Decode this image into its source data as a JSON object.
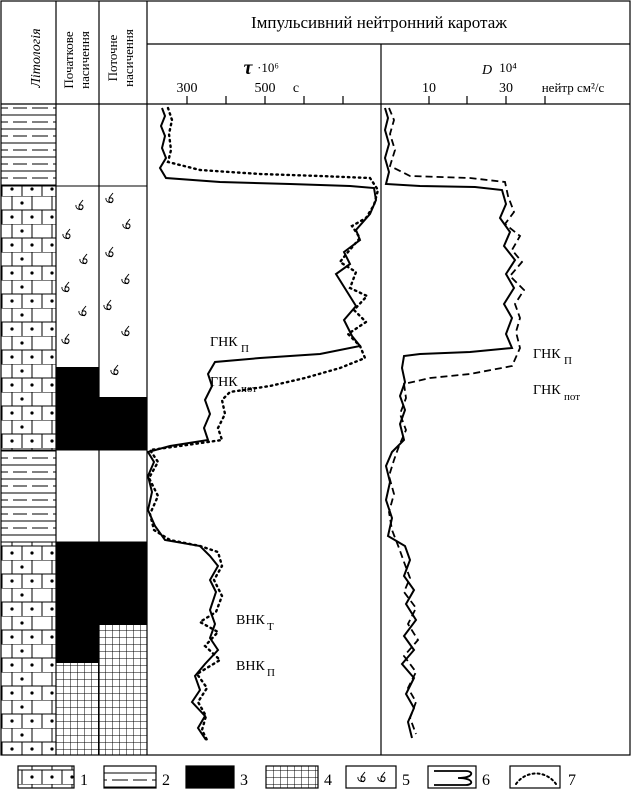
{
  "header": {
    "lithology": "Літологія",
    "initial_saturation": [
      "Початкове",
      "насичення"
    ],
    "current_saturation": [
      "Поточне",
      "насичення"
    ],
    "main_title": "Імпульсивний нейтронний каротаж"
  },
  "tau_track": {
    "symbol": "τ",
    "multiplier": "·10⁶",
    "unit": "с",
    "ticks": [
      "300",
      "500"
    ]
  },
  "d_track": {
    "symbol": "D",
    "multiplier": "10⁴",
    "unit": "нейтр см²/с",
    "ticks": [
      "10",
      "30"
    ]
  },
  "annotations": {
    "gnk_p_left": "ГНК",
    "gnk_p_left_sub": "П",
    "gnk_pot_left": "ГНК",
    "gnk_pot_left_sub": "пот",
    "vnk_t": "ВНК",
    "vnk_t_sub": "Т",
    "vnk_p": "ВНК",
    "vnk_p_sub": "П",
    "gnk_p_right": "ГНК",
    "gnk_p_right_sub": "П",
    "gnk_pot_right": "ГНК",
    "gnk_pot_right_sub": "пот"
  },
  "legend": [
    {
      "num": "1",
      "kind": "limestone"
    },
    {
      "num": "2",
      "kind": "clay"
    },
    {
      "num": "3",
      "kind": "oil"
    },
    {
      "num": "4",
      "kind": "water"
    },
    {
      "num": "5",
      "kind": "gas"
    },
    {
      "num": "6",
      "kind": "solid-curve"
    },
    {
      "num": "7",
      "kind": "dotted-curve"
    }
  ]
}
